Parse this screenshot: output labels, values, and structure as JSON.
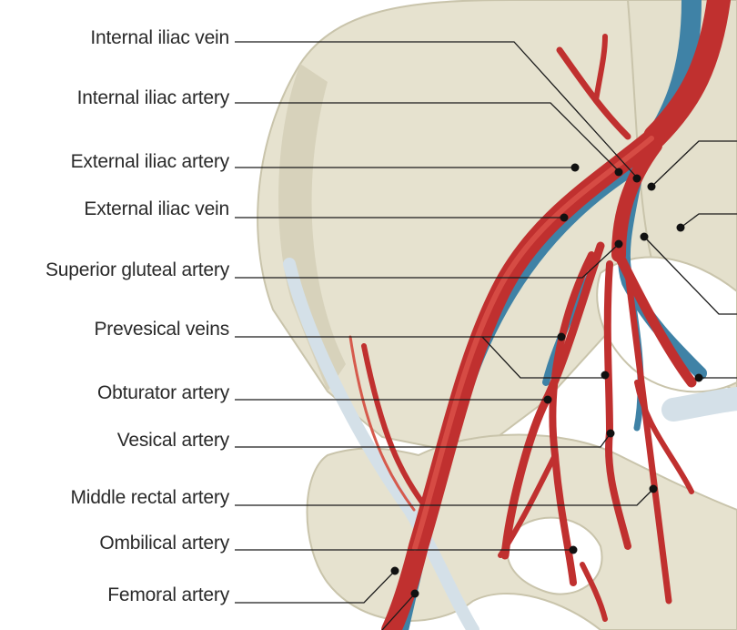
{
  "labels": [
    "Internal iliac vein",
    "Internal iliac artery",
    "External iliac artery",
    "External iliac vein",
    "Superior gluteal artery",
    "Prevesical veins",
    "Obturator artery",
    "Vesical artery",
    "Middle rectal artery",
    "Ombilical artery",
    "Femoral artery"
  ],
  "colors": {
    "bone": "#e6e2cf",
    "bone_shadow": "#c9c4ab",
    "artery": "#c0302f",
    "artery_light": "#e0574d",
    "vein": "#3f82a6",
    "ligament": "#d4e0e8",
    "leader": "#1a1a1a"
  }
}
